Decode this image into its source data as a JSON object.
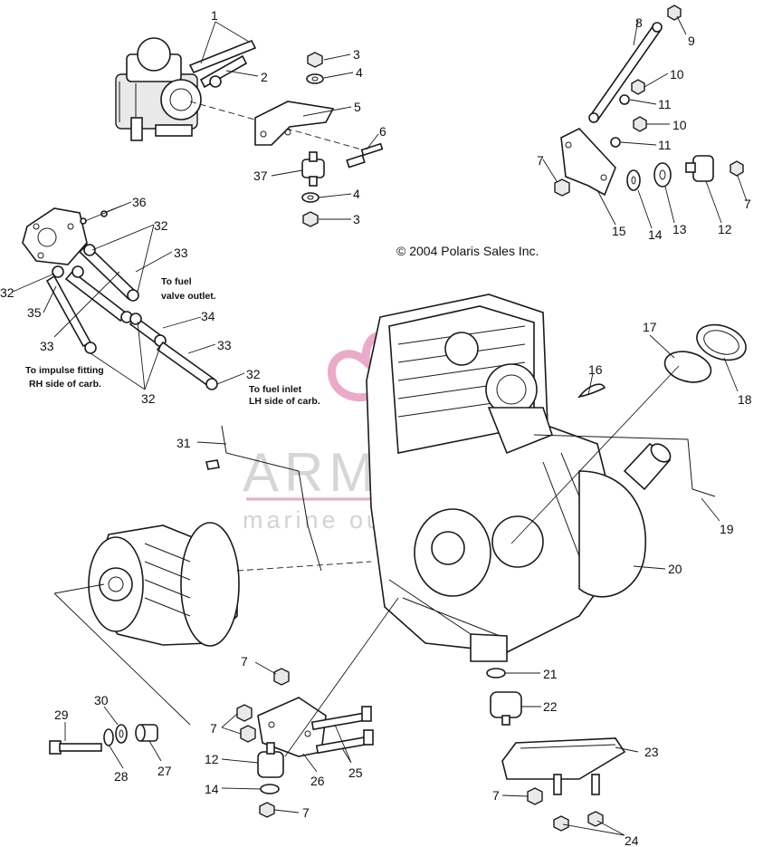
{
  "copyright": "© 2004 Polaris Sales Inc.",
  "watermark": {
    "brand": "ARMADA",
    "tagline": "marine outboards",
    "color": "#e79bc0"
  },
  "notes": {
    "fuel_valve_1": "To fuel",
    "fuel_valve_2": "valve outlet.",
    "impulse_1": "To impulse fitting",
    "impulse_2": "RH side of carb.",
    "fuel_inlet_1": "To fuel inlet",
    "fuel_inlet_2": "LH side of carb."
  },
  "callouts": [
    {
      "id": "c1",
      "text": "1"
    },
    {
      "id": "c2",
      "text": "2"
    },
    {
      "id": "c3a",
      "text": "3"
    },
    {
      "id": "c4a",
      "text": "4"
    },
    {
      "id": "c5",
      "text": "5"
    },
    {
      "id": "c6",
      "text": "6"
    },
    {
      "id": "c37",
      "text": "37"
    },
    {
      "id": "c4b",
      "text": "4"
    },
    {
      "id": "c3b",
      "text": "3"
    },
    {
      "id": "c8",
      "text": "8"
    },
    {
      "id": "c9",
      "text": "9"
    },
    {
      "id": "c10a",
      "text": "10"
    },
    {
      "id": "c11a",
      "text": "11"
    },
    {
      "id": "c10b",
      "text": "10"
    },
    {
      "id": "c11b",
      "text": "11"
    },
    {
      "id": "c7a",
      "text": "7"
    },
    {
      "id": "c15",
      "text": "15"
    },
    {
      "id": "c14a",
      "text": "14"
    },
    {
      "id": "c13",
      "text": "13"
    },
    {
      "id": "c12a",
      "text": "12"
    },
    {
      "id": "c7b",
      "text": "7"
    },
    {
      "id": "c36",
      "text": "36"
    },
    {
      "id": "c32a",
      "text": "32"
    },
    {
      "id": "c33a",
      "text": "33"
    },
    {
      "id": "c32b",
      "text": "32"
    },
    {
      "id": "c35",
      "text": "35"
    },
    {
      "id": "c33b",
      "text": "33"
    },
    {
      "id": "c34",
      "text": "34"
    },
    {
      "id": "c33c",
      "text": "33"
    },
    {
      "id": "c32c",
      "text": "32"
    },
    {
      "id": "c32d",
      "text": "32"
    },
    {
      "id": "c17",
      "text": "17"
    },
    {
      "id": "c18",
      "text": "18"
    },
    {
      "id": "c16",
      "text": "16"
    },
    {
      "id": "c31",
      "text": "31"
    },
    {
      "id": "c19",
      "text": "19"
    },
    {
      "id": "c20",
      "text": "20"
    },
    {
      "id": "c21",
      "text": "21"
    },
    {
      "id": "c22",
      "text": "22"
    },
    {
      "id": "c7c",
      "text": "7"
    },
    {
      "id": "c7d",
      "text": "7"
    },
    {
      "id": "c12b",
      "text": "12"
    },
    {
      "id": "c14b",
      "text": "14"
    },
    {
      "id": "c7e",
      "text": "7"
    },
    {
      "id": "c26",
      "text": "26"
    },
    {
      "id": "c25",
      "text": "25"
    },
    {
      "id": "c29",
      "text": "29"
    },
    {
      "id": "c30",
      "text": "30"
    },
    {
      "id": "c28",
      "text": "28"
    },
    {
      "id": "c27",
      "text": "27"
    },
    {
      "id": "c23",
      "text": "23"
    },
    {
      "id": "c7f",
      "text": "7"
    },
    {
      "id": "c24",
      "text": "24"
    }
  ]
}
